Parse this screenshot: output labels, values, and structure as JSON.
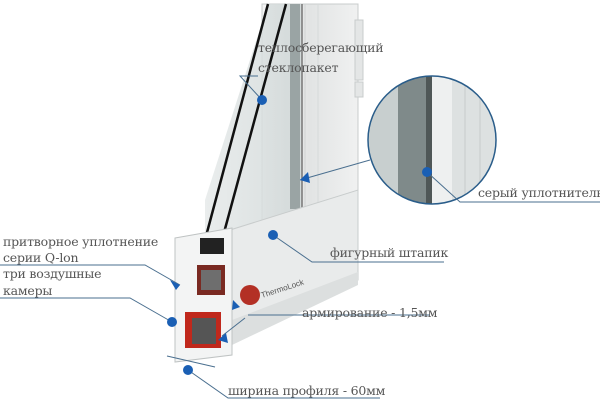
{
  "labels": {
    "glass_unit_line1": "теплосберегающий",
    "glass_unit_line2": "стеклопакет",
    "gray_seal": "серый уплотнитель",
    "glazing_bead": "фигурный штапик",
    "rebate_seal_line1": "притворное уплотнение",
    "rebate_seal_line2": "серии Q-lon",
    "air_chambers_line1": "три воздушные",
    "air_chambers_line2": "камеры",
    "reinforcement": "армирование - 1,5мм",
    "profile_width": "ширина  профиля - 60мм"
  },
  "logo_text": "ThermoLock",
  "colors": {
    "accent": "#1a5fb4",
    "leader": "#4a6f8f",
    "profile": "#eceeee",
    "reinforcement": "#b02a20"
  }
}
